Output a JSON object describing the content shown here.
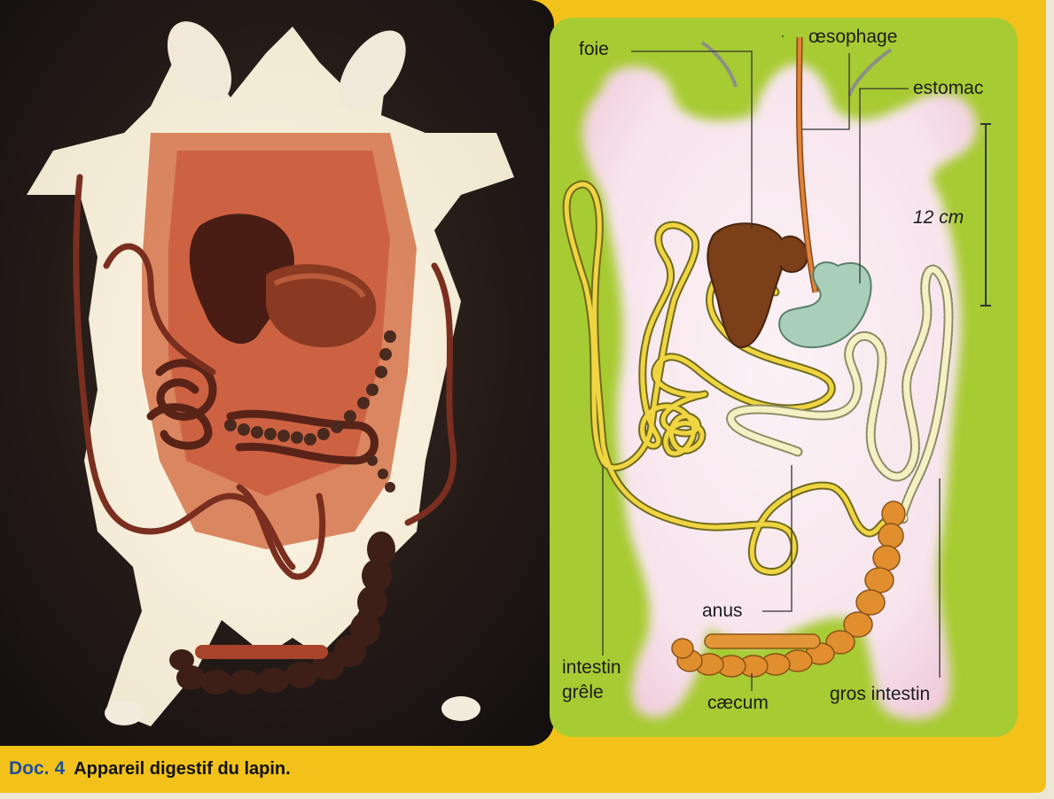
{
  "caption": {
    "doc_label": "Doc.",
    "doc_number": "4",
    "text": "Appareil digestif du lapin."
  },
  "labels": {
    "foie": "foie",
    "oesophage": "œsophage",
    "estomac": "estomac",
    "scale": "12 cm",
    "intestin_grele_1": "intestin",
    "intestin_grele_2": "grêle",
    "anus": "anus",
    "caecum": "cæcum",
    "gros_intestin": "gros intestin"
  },
  "colors": {
    "frame": "#f2c21a",
    "diagram_bg": "#a7cb32",
    "caption_blue": "#1f4f9c",
    "liver": "#7b3f1a",
    "stomach": "#a9cfb9",
    "small_intestine": "#e7cc3f",
    "large_intestine": "#f2eebc",
    "caecum": "#e18e2e",
    "oesophagus": "#d9732a"
  }
}
